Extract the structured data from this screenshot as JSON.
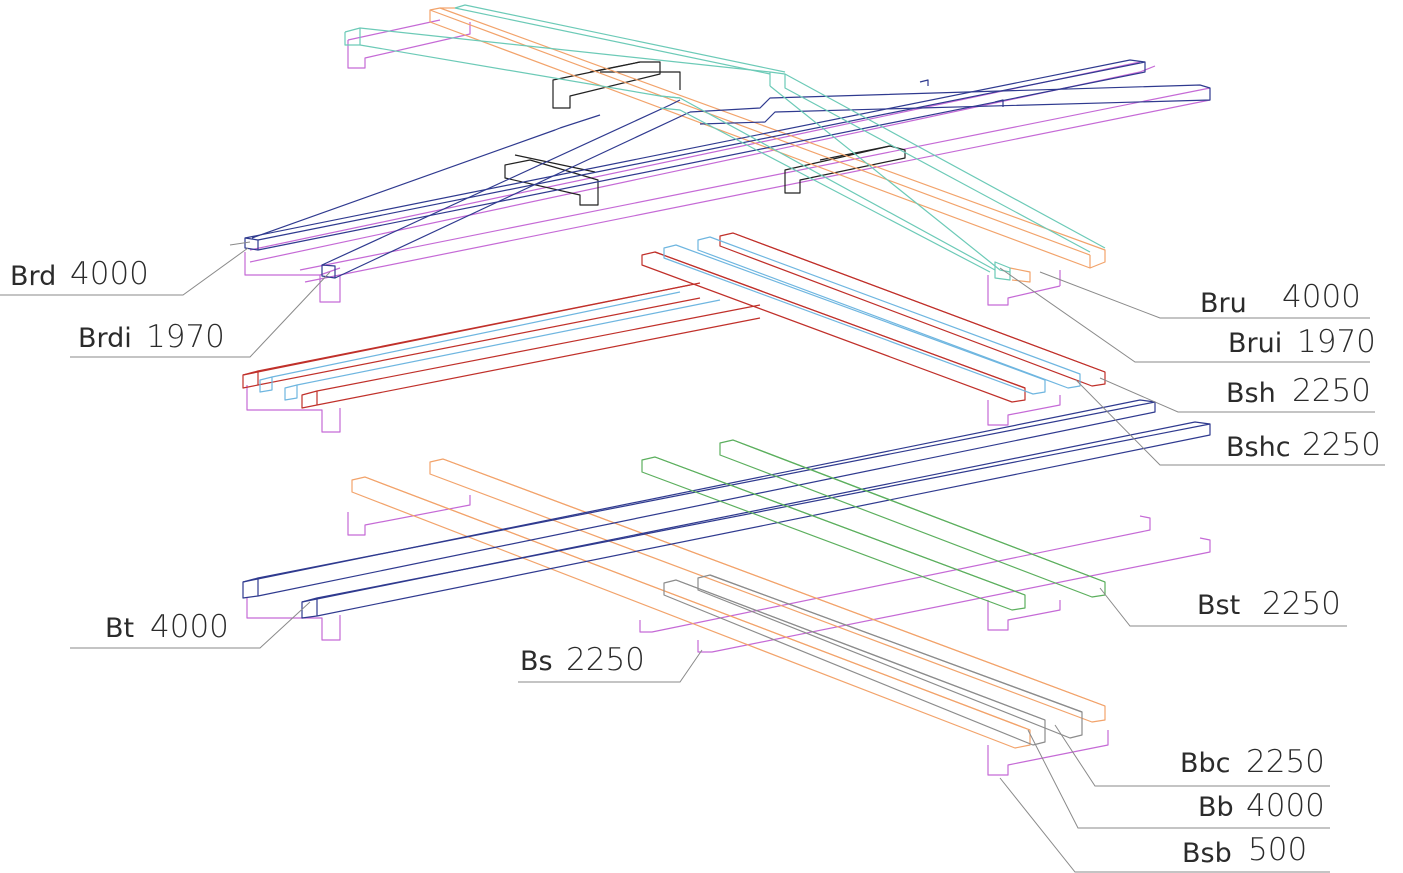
{
  "colors": {
    "orange": "#f2a36b",
    "teal": "#6ccab7",
    "navy": "#2f3a8f",
    "purple": "#c56ad6",
    "red": "#c0302a",
    "lightblue": "#6fb6e0",
    "green": "#5caf5e",
    "grey": "#8c8c8c",
    "black": "#222222"
  },
  "labels": {
    "brd": {
      "code": "Brd",
      "length": "4000"
    },
    "brdi": {
      "code": "Brdi",
      "length": "1970"
    },
    "bru": {
      "code": "Bru",
      "length": "4000"
    },
    "brui": {
      "code": "Brui",
      "length": "1970"
    },
    "bsh": {
      "code": "Bsh",
      "length": "2250"
    },
    "bshc": {
      "code": "Bshc",
      "length": "2250"
    },
    "bt": {
      "code": "Bt",
      "length": "4000"
    },
    "bst": {
      "code": "Bst",
      "length": "2250"
    },
    "bs": {
      "code": "Bs",
      "length": "2250"
    },
    "bbc": {
      "code": "Bbc",
      "length": "2250"
    },
    "bb": {
      "code": "Bb",
      "length": "4000"
    },
    "bsb": {
      "code": "Bsb",
      "length": "500"
    }
  }
}
